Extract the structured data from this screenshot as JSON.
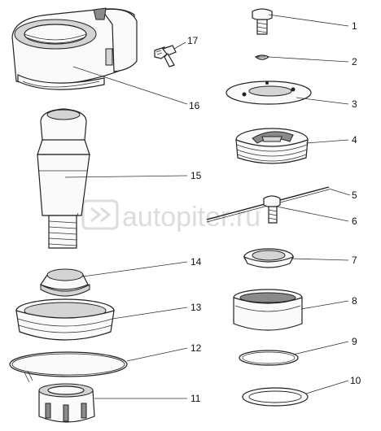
{
  "watermark": {
    "text": "autopiter.ru"
  },
  "callouts": [
    {
      "id": "c1",
      "label": "1"
    },
    {
      "id": "c2",
      "label": "2"
    },
    {
      "id": "c3",
      "label": "3"
    },
    {
      "id": "c4",
      "label": "4"
    },
    {
      "id": "c5",
      "label": "5"
    },
    {
      "id": "c6",
      "label": "6"
    },
    {
      "id": "c7",
      "label": "7"
    },
    {
      "id": "c8",
      "label": "8"
    },
    {
      "id": "c9",
      "label": "9"
    },
    {
      "id": "c10",
      "label": "10"
    },
    {
      "id": "c11",
      "label": "11"
    },
    {
      "id": "c12",
      "label": "12"
    },
    {
      "id": "c13",
      "label": "13"
    },
    {
      "id": "c14",
      "label": "14"
    },
    {
      "id": "c15",
      "label": "15"
    },
    {
      "id": "c16",
      "label": "16"
    },
    {
      "id": "c17",
      "label": "17"
    }
  ]
}
